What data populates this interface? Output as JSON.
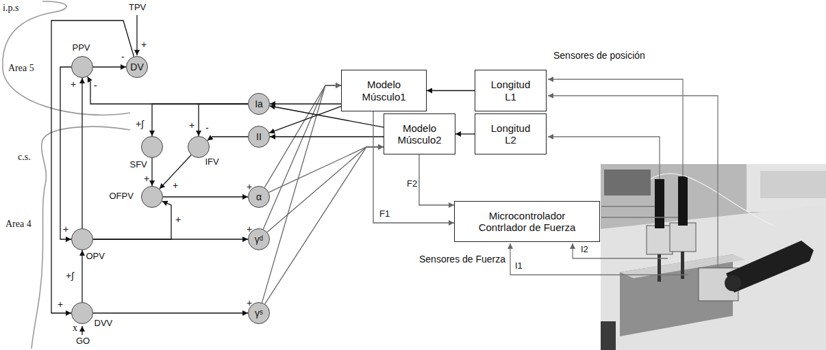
{
  "diagram": {
    "nodes": [
      {
        "text": [
          "PPV"
        ]
      },
      {
        "text": [
          "DV"
        ]
      },
      {
        "text": [
          "Ia"
        ]
      },
      {
        "text": [
          "II"
        ]
      },
      {
        "text": [
          "SFV"
        ]
      },
      {
        "text": [
          "IFV"
        ]
      },
      {
        "text": [
          "OFPV"
        ]
      },
      {
        "text": [
          "α"
        ]
      },
      {
        "text": [
          "OPV"
        ]
      },
      {
        "text": [
          "γᵈ"
        ]
      },
      {
        "text": [
          "DVV"
        ]
      },
      {
        "text": [
          "γˢ"
        ]
      },
      {
        "text": [
          "Modelo Músculo1"
        ]
      },
      {
        "text": [
          "Modelo Músculo2"
        ]
      },
      {
        "text": [
          "Longitud L1"
        ]
      },
      {
        "text": [
          "Longitud L2"
        ]
      },
      {
        "text": [
          "Microcontrolador Contrlador de Fuerza"
        ]
      }
    ],
    "edges": [
      {
        "from": 0,
        "to": 1,
        "arrow": "to"
      },
      {
        "from": 1,
        "to": 10,
        "arrow": "to"
      },
      {
        "from": 10,
        "to": 8,
        "arrow": "to"
      },
      {
        "from": 8,
        "to": 0,
        "arrow": "to"
      },
      {
        "from": 0,
        "to": 8,
        "arrow": "to"
      },
      {
        "from": 2,
        "to": 0,
        "arrow": "to"
      },
      {
        "from": 2,
        "to": 4,
        "arrow": "to"
      },
      {
        "from": 2,
        "to": 5,
        "arrow": "to"
      },
      {
        "from": 3,
        "to": 5,
        "arrow": "to"
      },
      {
        "from": 4,
        "to": 6,
        "arrow": "to"
      },
      {
        "from": 5,
        "to": 6,
        "arrow": "to"
      },
      {
        "from": 6,
        "to": 7,
        "arrow": "to"
      },
      {
        "from": 8,
        "to": 6,
        "arrow": "to"
      },
      {
        "from": 8,
        "to": 9,
        "arrow": "to"
      },
      {
        "from": 10,
        "to": 11,
        "arrow": "to"
      },
      {
        "from": 7,
        "to": 12,
        "arrow": "to"
      },
      {
        "from": 7,
        "to": 13,
        "arrow": "to"
      },
      {
        "from": 9,
        "to": 12,
        "arrow": "to"
      },
      {
        "from": 9,
        "to": 13,
        "arrow": "to"
      },
      {
        "from": 11,
        "to": 12,
        "arrow": "to"
      },
      {
        "from": 11,
        "to": 13,
        "arrow": "to"
      },
      {
        "from": 12,
        "to": 2,
        "arrow": "to"
      },
      {
        "from": 12,
        "to": 3,
        "arrow": "to"
      },
      {
        "from": 13,
        "to": 2,
        "arrow": "to"
      },
      {
        "from": 13,
        "to": 3,
        "arrow": "to"
      },
      {
        "from": 14,
        "to": 12,
        "arrow": "to"
      },
      {
        "from": 15,
        "to": 13,
        "arrow": "to"
      },
      {
        "from": 12,
        "to": 16,
        "label": "F1",
        "arrow": "to"
      },
      {
        "from": 13,
        "to": 16,
        "label": "F2",
        "arrow": "to"
      }
    ],
    "labels": [
      "i.p.s",
      "TPV",
      "+",
      "Area 5",
      "-",
      "+",
      "-",
      "+∫",
      "+",
      "-",
      "c.s.",
      "+",
      "+",
      "+",
      "+",
      "Area 4",
      "+",
      "+",
      "+∫",
      "+",
      "x",
      "+",
      "GO",
      "Sensores de posición",
      "Sensores de Fuerza",
      "I2",
      "I1"
    ]
  }
}
